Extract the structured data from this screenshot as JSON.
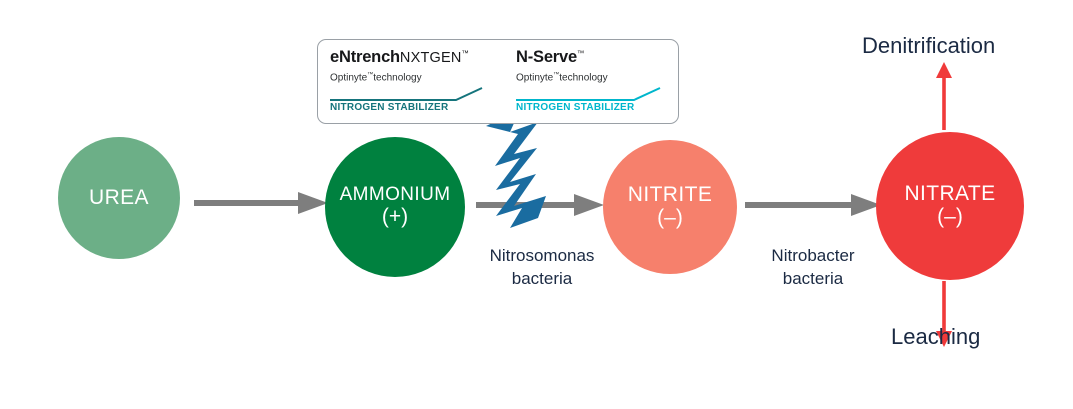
{
  "diagram": {
    "title": "Nitrogen cycle transformation pathway",
    "background_color": "#ffffff"
  },
  "nodes": [
    {
      "id": "urea",
      "label": "UREA",
      "charge": "",
      "color": "#6CAF87",
      "text_color": "#ffffff"
    },
    {
      "id": "ammonium",
      "label": "AMMONIUM",
      "charge": "(+)",
      "color": "#00813F",
      "text_color": "#ffffff"
    },
    {
      "id": "nitrite",
      "label": "NITRITE",
      "charge": "(–)",
      "color": "#F6806C",
      "text_color": "#ffffff"
    },
    {
      "id": "nitrate",
      "label": "NITRATE",
      "charge": "(–)",
      "color": "#EF3B3B",
      "text_color": "#ffffff"
    }
  ],
  "arrows": {
    "gray_color": "#7E7E7E",
    "red_color": "#F03A3A",
    "flow": [
      {
        "id": "urea-to-ammonium",
        "from": "urea",
        "to": "ammonium"
      },
      {
        "id": "ammonium-to-nitrite",
        "from": "ammonium",
        "to": "nitrite"
      },
      {
        "id": "nitrite-to-nitrate",
        "from": "nitrite",
        "to": "nitrate"
      }
    ],
    "loss_pathways": [
      {
        "id": "denitrification",
        "direction": "up"
      },
      {
        "id": "leaching",
        "direction": "down"
      }
    ]
  },
  "process_labels": {
    "nitrosomonas_line1": "Nitrosomonas",
    "nitrosomonas_line2": "bacteria",
    "nitrobacter_line1": "Nitrobacter",
    "nitrobacter_line2": "bacteria",
    "text_color": "#1B2A43"
  },
  "loss_labels": {
    "denitrification": "Denitrification",
    "leaching": "Leaching"
  },
  "inhibitor": {
    "bolt_color": "#1A6CA0",
    "bolt_name": "lightning-bolt-inhibition",
    "box_border_color": "#9AA0A6",
    "products": [
      {
        "id": "entrench",
        "brand": "eNtrench",
        "sub_brand": "NXTGEN",
        "brand_tm": "™",
        "tagline": "Optinyte",
        "tagline_tm": "™",
        "tagline_suffix": "technology",
        "footer": "NITROGEN STABILIZER",
        "accent_color": "#15747C"
      },
      {
        "id": "nserve",
        "brand": "N-Serve",
        "sub_brand": "",
        "brand_tm": "™",
        "tagline": "Optinyte",
        "tagline_tm": "™",
        "tagline_suffix": "technology",
        "footer": "NITROGEN STABILIZER",
        "accent_color": "#00B6CC"
      }
    ]
  }
}
